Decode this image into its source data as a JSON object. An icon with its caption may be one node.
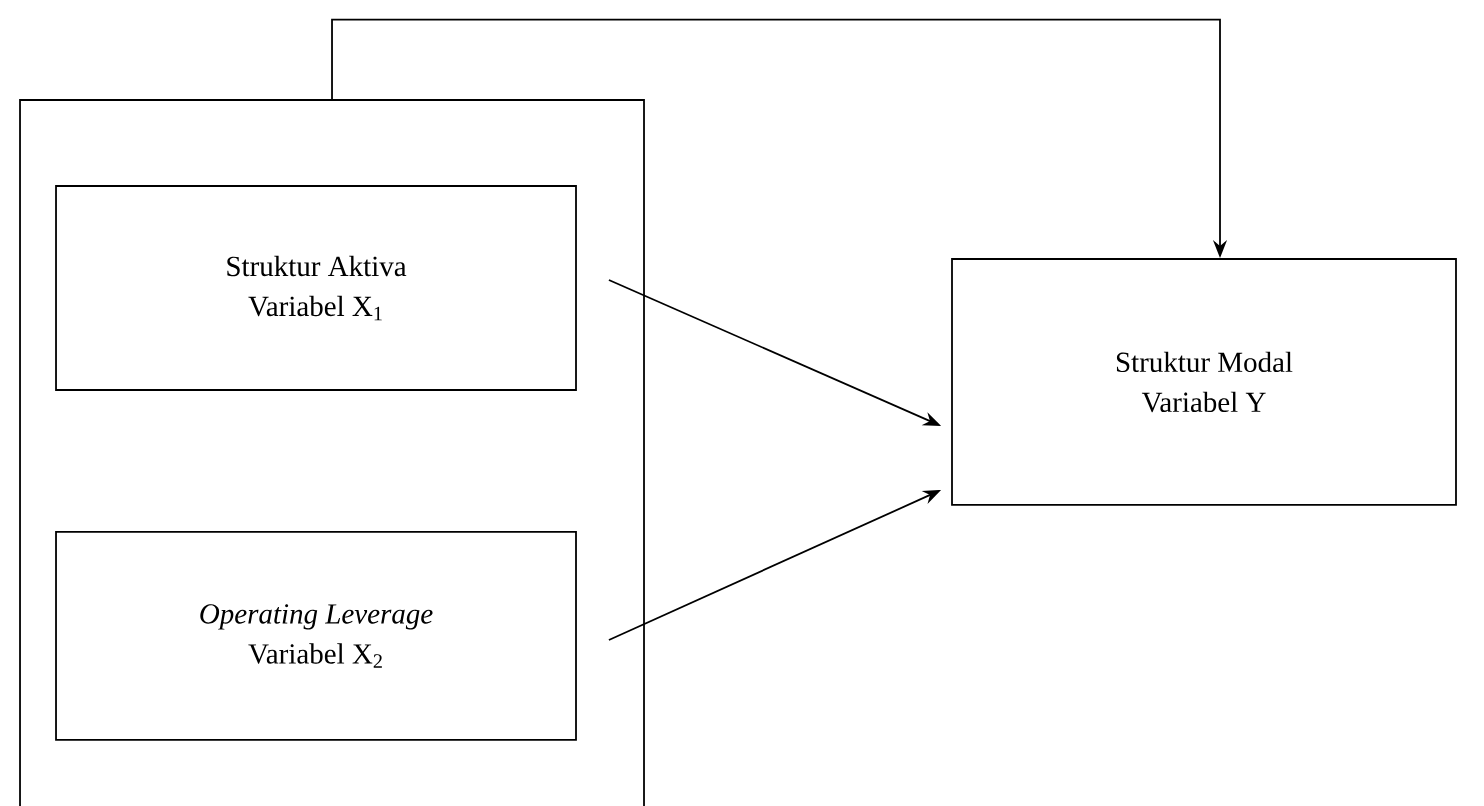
{
  "diagram": {
    "nodes": [
      {
        "text": [],
        "shape": "box"
      },
      {
        "text": [
          "Struktur Aktiva",
          "Variabel X$_{1}$"
        ],
        "in": 0
      },
      {
        "text": [
          "Operating Leverage",
          "Variabel X$_{2}$"
        ],
        "in": 0
      },
      {
        "text": [
          "Struktur Modal",
          "Variabel Y"
        ]
      }
    ],
    "edges": [
      {
        "from": 0,
        "to": 3,
        "arrow": "to"
      },
      {
        "from": 1,
        "to": 3,
        "arrow": "to"
      },
      {
        "from": 2,
        "to": 3,
        "arrow": "to"
      }
    ]
  }
}
